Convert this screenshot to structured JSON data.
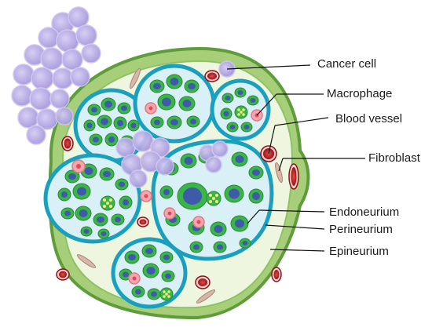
{
  "labels": {
    "cancer_cell": "Cancer cell",
    "macrophage": "Macrophage",
    "blood_vessel": "Blood vessel",
    "fibroblast": "Fibroblast",
    "endoneurium": "Endoneurium",
    "perineurium": "Perineurium",
    "epineurium": "Epineurium"
  },
  "colors": {
    "epineurium_outer": "#5f9c3c",
    "epineurium_fill": "#a7cf79",
    "inner_fill": "#eef6df",
    "perineurium": "#1a9fbc",
    "fascicle_fill": "#daf0f7",
    "myelin": "#3ab54a",
    "axon": "#3f5aa8",
    "blood_vessel": "#b3151c",
    "macrophage": "#f4a6ae",
    "cancer_cell": "#b3a6e0",
    "fibroblast": "#d7b7a8"
  }
}
